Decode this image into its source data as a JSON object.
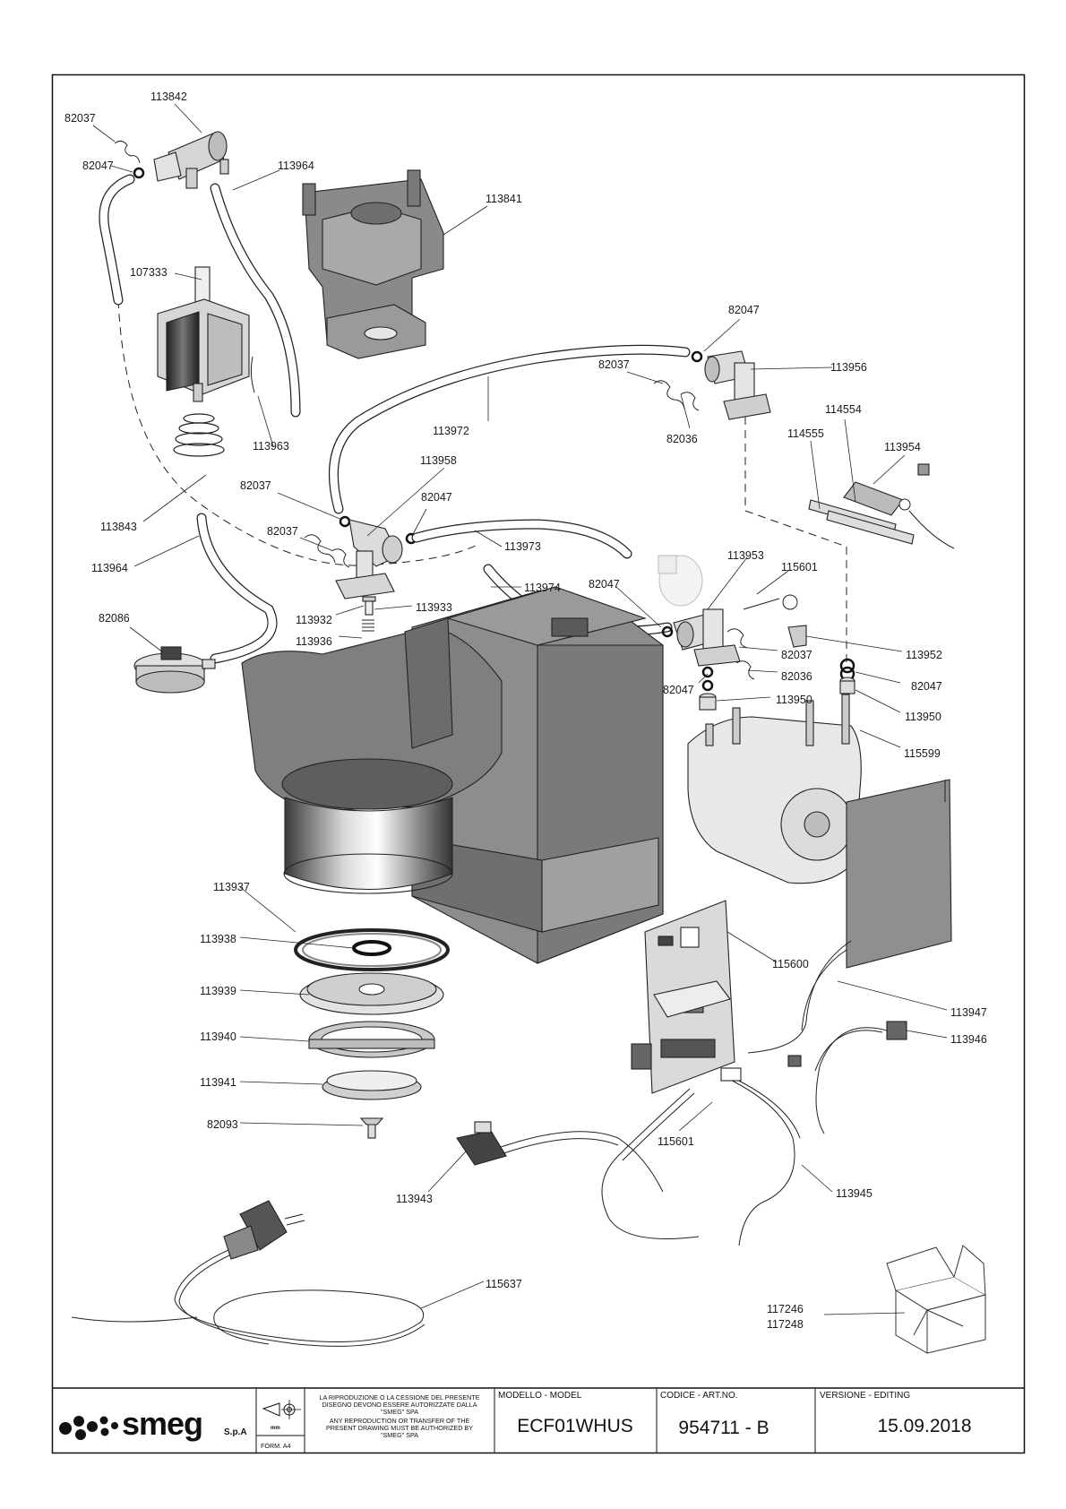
{
  "labels": [
    {
      "id": "p113842",
      "text": "113842"
    },
    {
      "id": "p82037a",
      "text": "82037"
    },
    {
      "id": "p82047a",
      "text": "82047"
    },
    {
      "id": "p113964a",
      "text": "113964"
    },
    {
      "id": "p113841",
      "text": "113841"
    },
    {
      "id": "p107333",
      "text": "107333"
    },
    {
      "id": "p113963",
      "text": "113963"
    },
    {
      "id": "p82047b",
      "text": "82047"
    },
    {
      "id": "p113956",
      "text": "113956"
    },
    {
      "id": "p82037b",
      "text": "82037"
    },
    {
      "id": "p113972",
      "text": "113972"
    },
    {
      "id": "p82036a",
      "text": "82036"
    },
    {
      "id": "p114554",
      "text": "114554"
    },
    {
      "id": "p114555",
      "text": "114555"
    },
    {
      "id": "p113954",
      "text": "113954"
    },
    {
      "id": "p113958",
      "text": "113958"
    },
    {
      "id": "p82037c",
      "text": "82037"
    },
    {
      "id": "p82047c",
      "text": "82047"
    },
    {
      "id": "p113843",
      "text": "113843"
    },
    {
      "id": "p82037d",
      "text": "82037"
    },
    {
      "id": "p113973",
      "text": "113973"
    },
    {
      "id": "p113964b",
      "text": "113964"
    },
    {
      "id": "p113953",
      "text": "113953"
    },
    {
      "id": "p115601a",
      "text": "115601"
    },
    {
      "id": "p113974",
      "text": "113974"
    },
    {
      "id": "p82047d",
      "text": "82047"
    },
    {
      "id": "p82086",
      "text": "82086"
    },
    {
      "id": "p113933",
      "text": "113933"
    },
    {
      "id": "p113932",
      "text": "113932"
    },
    {
      "id": "p113936",
      "text": "113936"
    },
    {
      "id": "p113952",
      "text": "113952"
    },
    {
      "id": "p82037e",
      "text": "82037"
    },
    {
      "id": "p82036b",
      "text": "82036"
    },
    {
      "id": "p82047e",
      "text": "82047"
    },
    {
      "id": "p82047f",
      "text": "82047"
    },
    {
      "id": "p113950a",
      "text": "113950"
    },
    {
      "id": "p113950b",
      "text": "113950"
    },
    {
      "id": "p115599",
      "text": "115599"
    },
    {
      "id": "p113937",
      "text": "113937"
    },
    {
      "id": "p113938",
      "text": "113938"
    },
    {
      "id": "p115600",
      "text": "115600"
    },
    {
      "id": "p113939",
      "text": "113939"
    },
    {
      "id": "p113947",
      "text": "113947"
    },
    {
      "id": "p113940",
      "text": "113940"
    },
    {
      "id": "p113946",
      "text": "113946"
    },
    {
      "id": "p113941",
      "text": "113941"
    },
    {
      "id": "p82093",
      "text": "82093"
    },
    {
      "id": "p115601b",
      "text": "115601"
    },
    {
      "id": "p113943",
      "text": "113943"
    },
    {
      "id": "p113945",
      "text": "113945"
    },
    {
      "id": "p115637",
      "text": "115637"
    },
    {
      "id": "p117246",
      "text": "117246"
    },
    {
      "id": "p117248",
      "text": "117248"
    }
  ],
  "title_block": {
    "brand": "smeg",
    "brand_suffix": "S.p.A",
    "unit": "mm",
    "form": "FORM. A4",
    "notice_it": [
      "LA RIPRODUZIONE O LA CESSIONE DEL PRESENTE",
      "DISEGNO DEVONO ESSERE AUTORIZZATE DALLA",
      "\"SMEG\" SPA"
    ],
    "notice_en": [
      "ANY REPRODUCTION OR TRANSFER OF THE",
      "PRESENT DRAWING MUST BE AUTHORIZED BY",
      "\"SMEG\" SPA"
    ],
    "model_label": "MODELLO - MODEL",
    "model_value": "ECF01WHUS",
    "code_label": "CODICE - ART.NO.",
    "code_value": "954711 - B",
    "version_label": "VERSIONE - EDITING",
    "version_value": "15.09.2018"
  }
}
